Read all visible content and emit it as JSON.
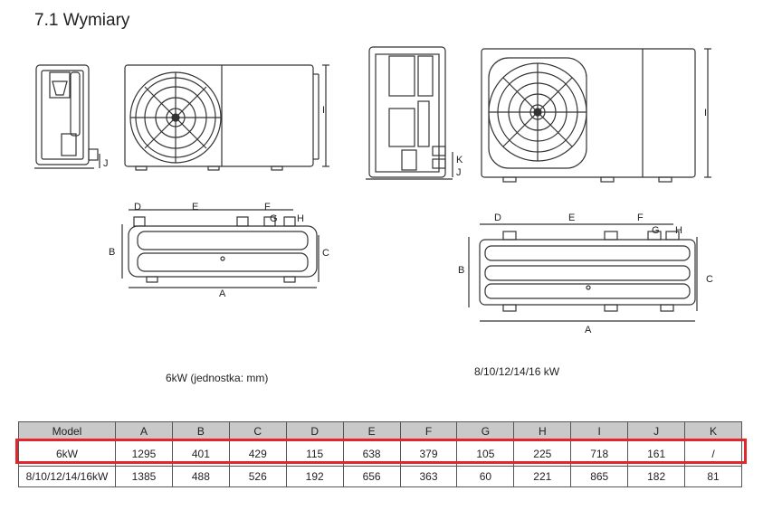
{
  "heading": "7.1 Wymiary",
  "captions": {
    "small_unit": "6kW   (jednostka: mm)",
    "large_unit": "8/10/12/14/16 kW"
  },
  "dimension_letters": [
    "A",
    "B",
    "C",
    "D",
    "E",
    "F",
    "G",
    "H",
    "I",
    "J",
    "K"
  ],
  "table": {
    "headers": [
      "Model",
      "A",
      "B",
      "C",
      "D",
      "E",
      "F",
      "G",
      "H",
      "I",
      "J",
      "K"
    ],
    "rows": [
      [
        "6kW",
        "1295",
        "401",
        "429",
        "115",
        "638",
        "379",
        "105",
        "225",
        "718",
        "161",
        "/"
      ],
      [
        "8/10/12/14/16kW",
        "1385",
        "488",
        "526",
        "192",
        "656",
        "363",
        "60",
        "221",
        "865",
        "182",
        "81"
      ]
    ],
    "highlight_color": "#e3262b"
  }
}
